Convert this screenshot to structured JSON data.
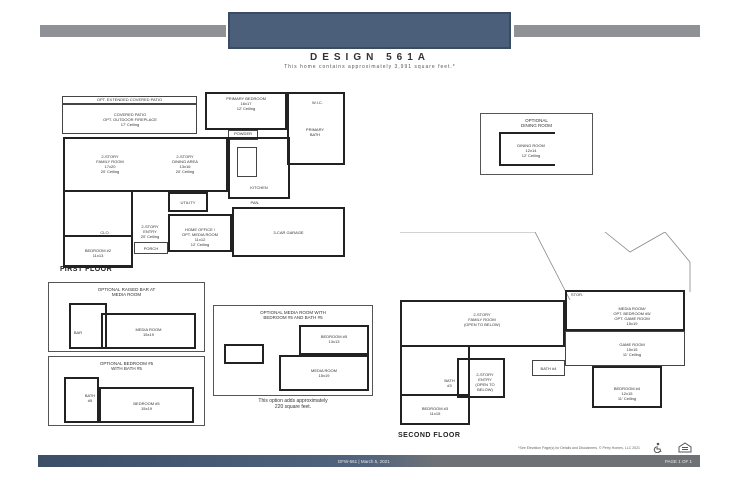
{
  "header": {
    "title": "DESIGN 561A",
    "subtitle": "This home contains approximately 3,991 square feet.*"
  },
  "first_floor": {
    "label": "FIRST FLOOR",
    "rooms": {
      "patio": "OPT. EXTENDED COVERED PATIO",
      "covered_patio": "COVERED PATIO\nOPT. OUTDOOR FIREPLACE\n17' Ceiling",
      "primary_bedroom": "PRIMARY BEDROOM\n16x17\n12' Ceiling",
      "primary_bath": "PRIMARY\nBATH",
      "wic": "W.I.C.",
      "powder": "POWDER",
      "family_room": "2-STORY\nFAMILY ROOM\n17x20\n20' Ceiling",
      "dining": "2-STORY\nDINING AREA\n13x16\n20' Ceiling",
      "kitchen": "KITCHEN",
      "pan": "PAN.",
      "utility": "UTILITY",
      "entry": "2-STORY\nENTRY\n20' Ceiling",
      "office": "HOME OFFICE /\nOPT. MEDIA ROOM\n11x12\n12' Ceiling",
      "garage": "3-CAR GARAGE",
      "bedroom2": "BEDROOM #2\n11x13",
      "porch": "PORCH",
      "clo": "CLO."
    }
  },
  "optional_dining": {
    "title": "OPTIONAL\nDINING ROOM",
    "room": "DINING ROOM\n12x14\n12' Ceiling"
  },
  "optional_bar": {
    "title": "OPTIONAL RAISED BAR AT\nMEDIA ROOM",
    "room": "MEDIA ROOM\n15x19",
    "bar": "BAR"
  },
  "optional_bed5": {
    "title": "OPTIONAL BEDROOM #5\nWITH BATH #5",
    "room": "BEDROOM #5\n15x19",
    "bath": "BATH\n#5"
  },
  "optional_media": {
    "title": "OPTIONAL MEDIA ROOM WITH\nBEDROOM #5 AND BATH #5",
    "bedroom": "BEDROOM #5\n13x13",
    "media": "MEDIA ROOM\n15x19",
    "note": "This option adds approximately\n220 square feet."
  },
  "second_floor": {
    "label": "SECOND FLOOR",
    "rooms": {
      "family": "2-STORY\nFAMILY ROOM\n(OPEN TO BELOW)",
      "media": "MEDIA ROOM/\nOPT. BEDROOM #5/\nOPT. GAME ROOM\n15x19",
      "game": "GAME ROOM\n15x15\n11' Ceiling",
      "bath4": "BATH #4",
      "bedroom3": "BEDROOM #3\n11x15",
      "bath3": "BATH\n#3",
      "entry": "2-STORY\nENTRY\n(OPEN TO BELOW)",
      "bedroom4": "BEDROOM #4\n12x15\n11' Ceiling",
      "stor": "STOR."
    }
  },
  "footer": {
    "disclaimer": "*See Elevation Page(s) for Details and Disclaimers. © Perry Homes, LLC 2021",
    "doc_id": "DFW-561 | March 5, 2021",
    "page": "PAGE 1 OF 1"
  },
  "icons": [
    "accessibility-icon",
    "equal-housing-icon"
  ]
}
